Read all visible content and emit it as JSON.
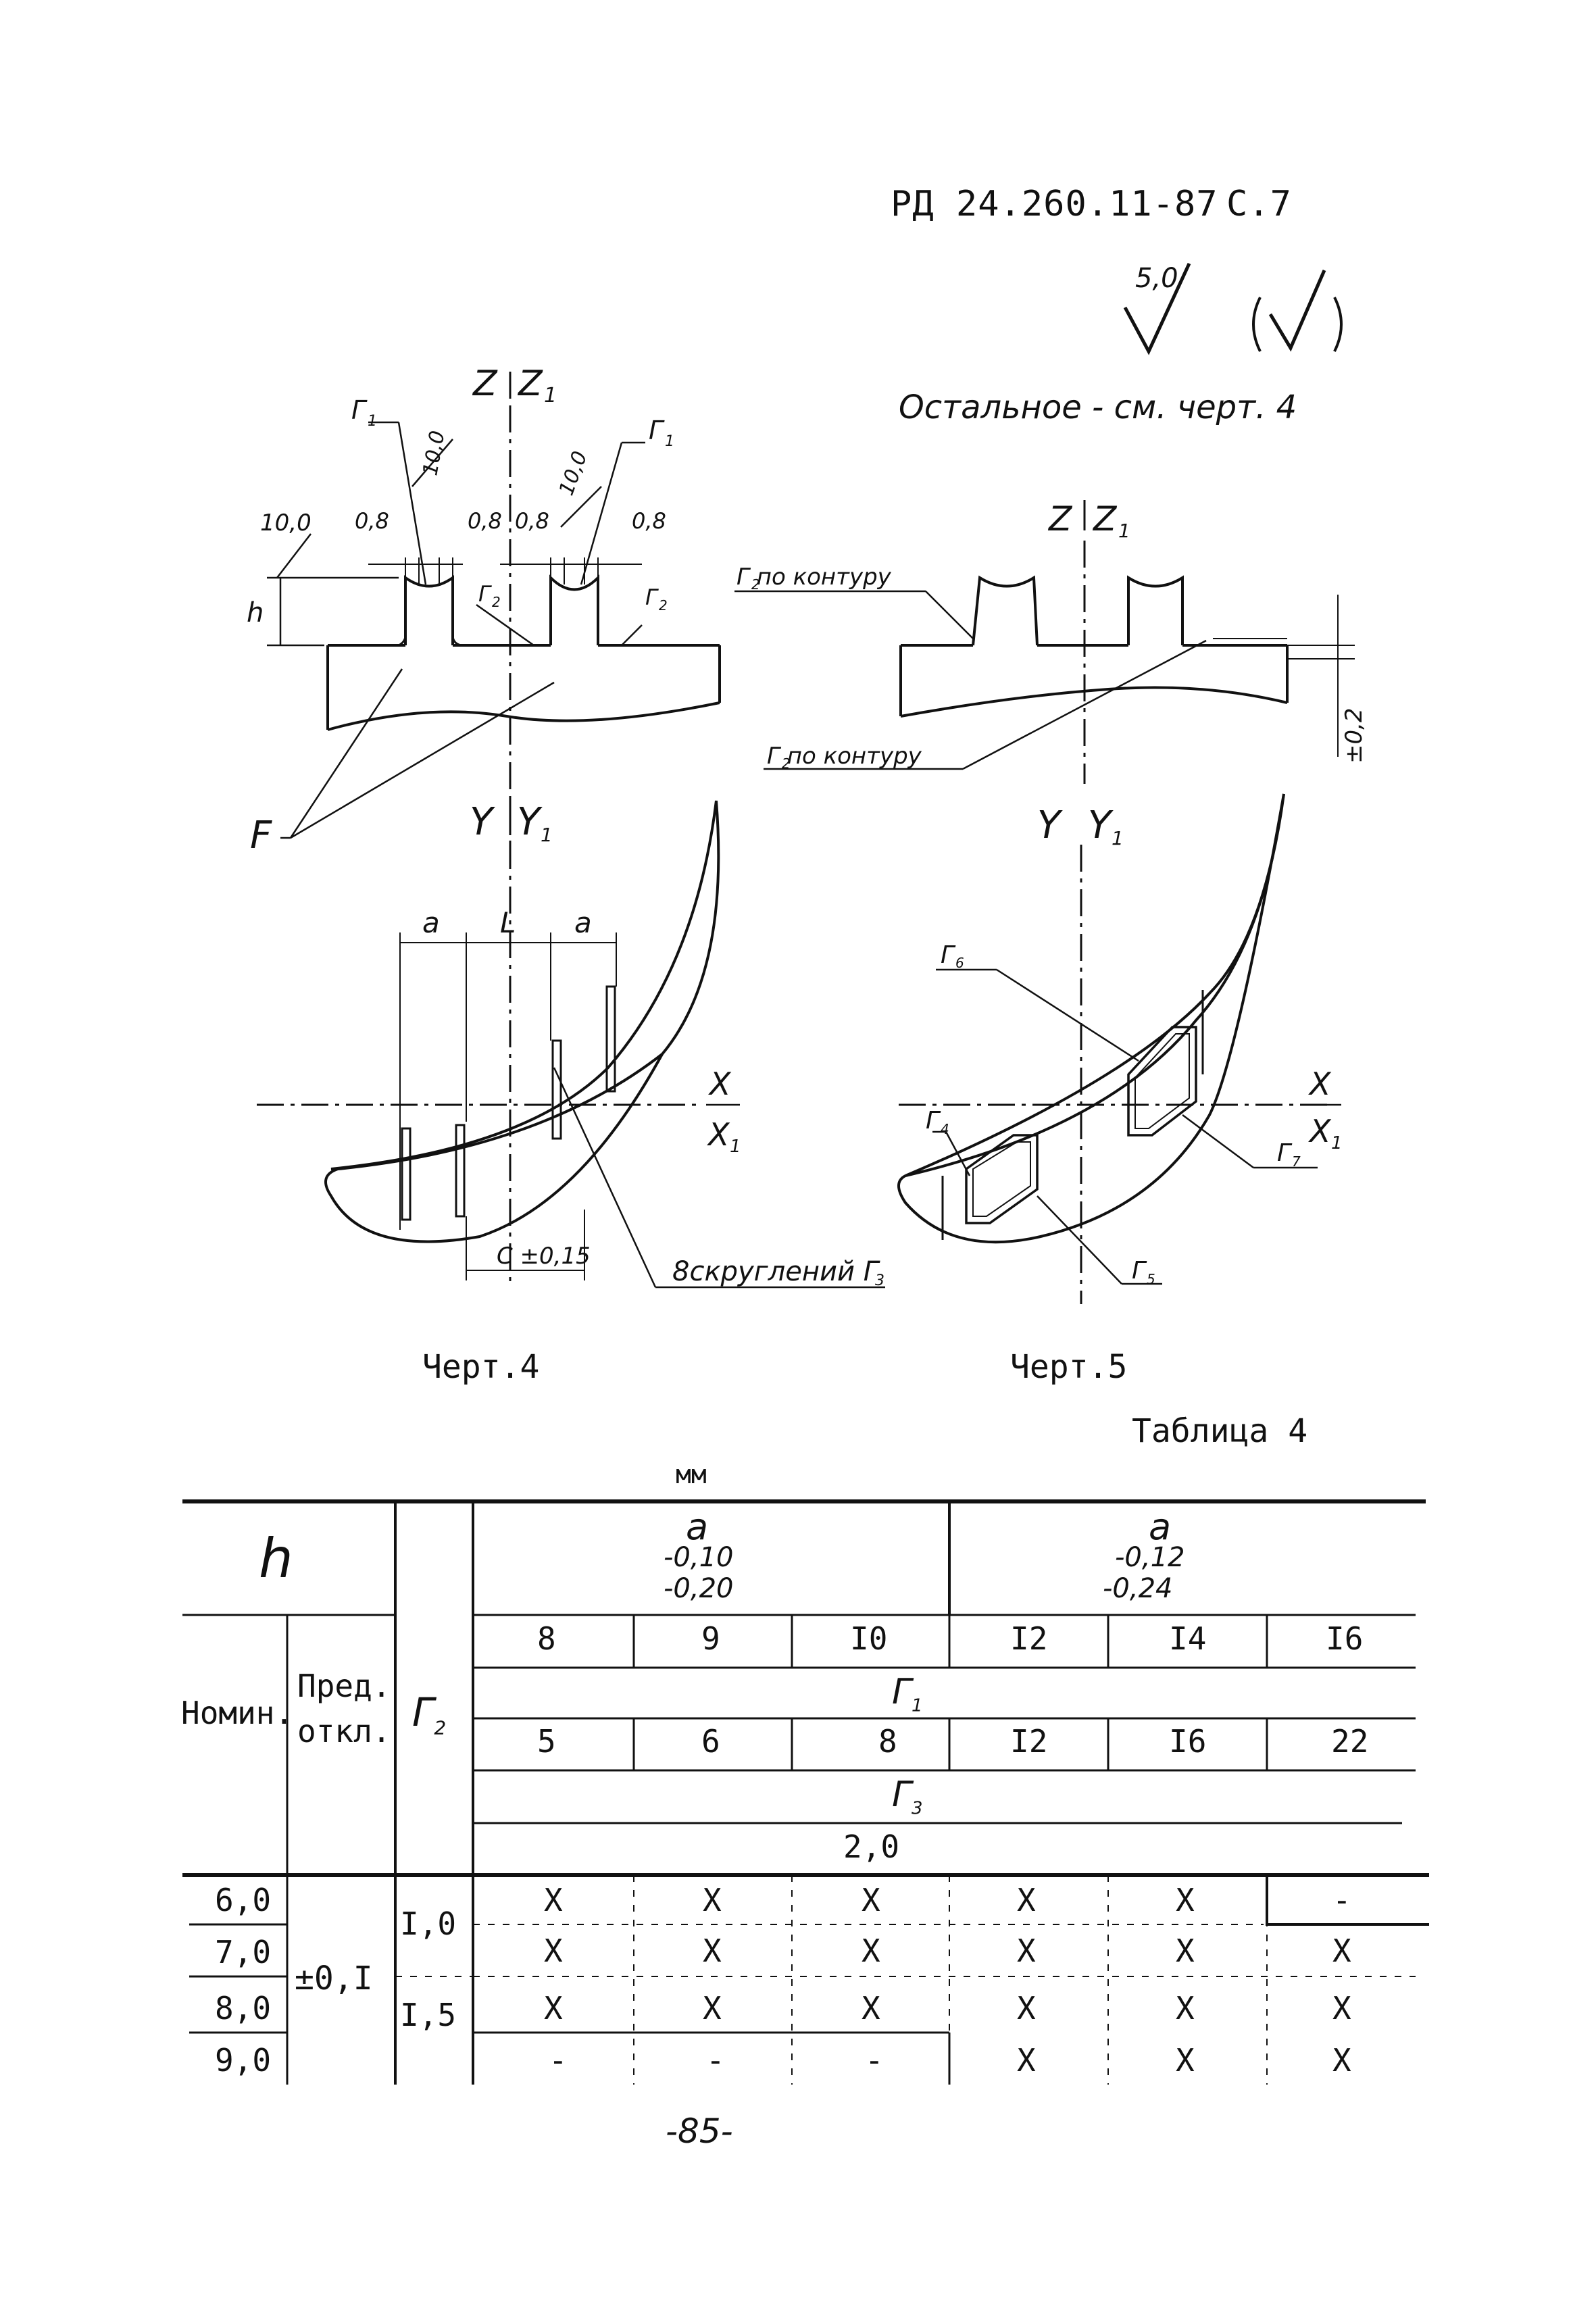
{
  "header": {
    "doc_code": "РД 24.260.11-87",
    "page_label": "С.7"
  },
  "roughness": {
    "value": "5,0",
    "note": "Остальное - см. черт. 4"
  },
  "drawing4": {
    "axis_z": "Z",
    "axis_z1": "Z",
    "axis_z1_sub": "1",
    "axis_y": "Y",
    "axis_y1": "Y",
    "axis_y1_sub": "1",
    "axis_x": "X",
    "axis_x1": "X",
    "axis_x1_sub": "1",
    "r1_left": "Г",
    "r1_left_sub": "1",
    "r1_right": "Г",
    "r1_right_sub": "1",
    "r2_a": "Г",
    "r2_a_sub": "2",
    "r2_b": "Г",
    "r2_b_sub": "2",
    "dim_10_a": "10,0",
    "dim_10_b": "10,0",
    "dim_10_c": "10,0",
    "dim_08_1": "0,8",
    "dim_08_2": "0,8",
    "dim_08_3": "0,8",
    "dim_08_4": "0,8",
    "dim_h": "h",
    "label_f": "F",
    "dim_a1": "a",
    "dim_L": "L",
    "dim_a2": "a",
    "dim_c": "C ±0,15",
    "rounding_note": "8скруглений Г",
    "rounding_sub": "3",
    "caption": "Черт.4"
  },
  "drawing5": {
    "axis_z": "Z",
    "axis_z1": "Z",
    "axis_z1_sub": "1",
    "axis_y": "Y",
    "axis_y1": "Y",
    "axis_y1_sub": "1",
    "axis_x": "X",
    "axis_x1": "X",
    "axis_x1_sub": "1",
    "contour_top": "Г по контуру",
    "contour_top_sub": "2",
    "contour_bottom": "Г по контуру",
    "contour_bottom_sub": "2",
    "tol": "±0,2",
    "r4": "Г",
    "r4_sub": "4",
    "r5": "Г",
    "r5_sub": "5",
    "r6": "Г",
    "r6_sub": "6",
    "r7": "Г",
    "r7_sub": "7",
    "caption": "Черт.5"
  },
  "table": {
    "title": "Таблица 4",
    "unit": "мм",
    "h_label": "h",
    "nomin_label": "Номин.",
    "pred_label_1": "Пред.",
    "pred_label_2": "откл.",
    "r2_head": "Г",
    "r2_head_sub": "2",
    "a_group1": {
      "a": "a",
      "upper": "-0,10",
      "lower": "-0,20"
    },
    "a_group2": {
      "a": "a",
      "upper": "-0,12",
      "lower": "-0,24"
    },
    "a_values": [
      "8",
      "9",
      "I0",
      "I2",
      "I4",
      "I6"
    ],
    "r1_head": "Г",
    "r1_head_sub": "1",
    "r1_values": [
      "5",
      "6",
      "8",
      "I2",
      "I6",
      "22"
    ],
    "r3_head": "Г",
    "r3_head_sub": "3",
    "r3_value": "2,0",
    "tolerance": "±0,I",
    "r2_values": [
      "I,0",
      "I,5"
    ],
    "rows": [
      {
        "h": "6,0",
        "cells": [
          "X",
          "X",
          "X",
          "X",
          "X",
          "-"
        ]
      },
      {
        "h": "7,0",
        "cells": [
          "X",
          "X",
          "X",
          "X",
          "X",
          "X"
        ]
      },
      {
        "h": "8,0",
        "cells": [
          "X",
          "X",
          "X",
          "X",
          "X",
          "X"
        ]
      },
      {
        "h": "9,0",
        "cells": [
          "-",
          "-",
          "-",
          "X",
          "X",
          "X"
        ]
      }
    ]
  },
  "footer": {
    "page_number": "-85-"
  }
}
